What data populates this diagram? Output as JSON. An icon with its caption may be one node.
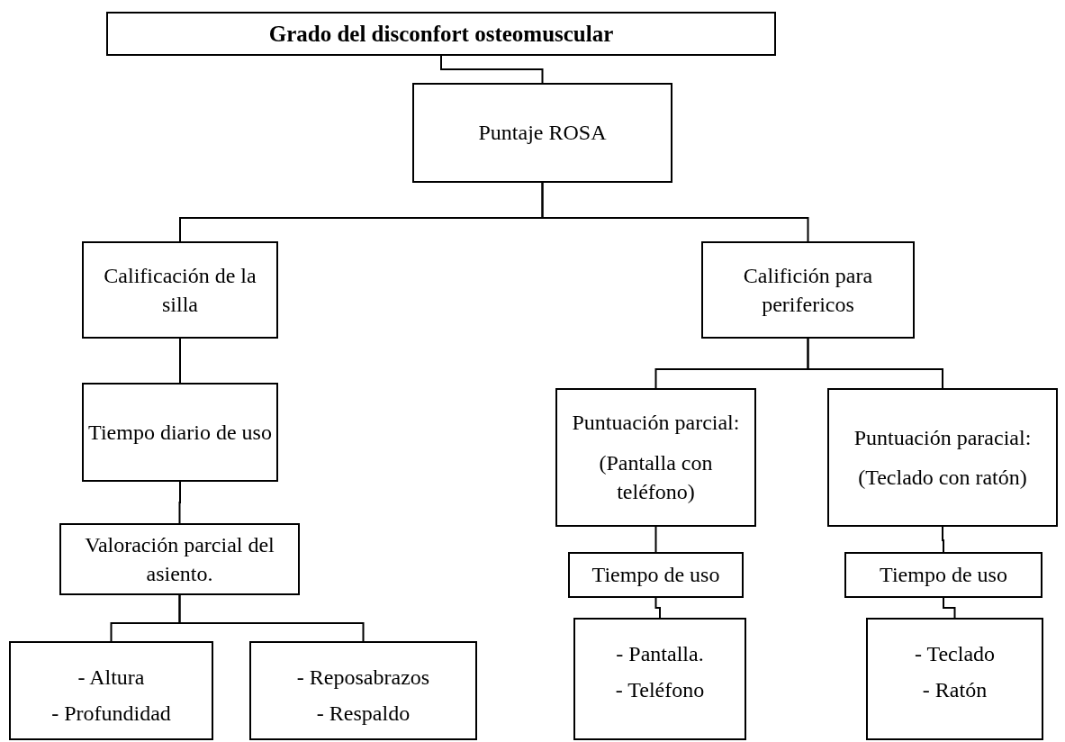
{
  "diagram": {
    "nodes": [
      {
        "text": [
          "Grado del disconfort osteomuscular"
        ]
      },
      {
        "text": [
          "Puntaje ROSA"
        ]
      },
      {
        "text": [
          "Calificación de la silla"
        ]
      },
      {
        "text": [
          "Califición para perifericos"
        ]
      },
      {
        "text": [
          "Tiempo diario de uso"
        ]
      },
      {
        "text": [
          "Valoración parcial del asiento."
        ]
      },
      {
        "text": [
          "- Altura",
          "- Profundidad"
        ]
      },
      {
        "text": [
          "- Reposabrazos",
          "- Respaldo"
        ]
      },
      {
        "text": [
          "Puntuación parcial:",
          "(Pantalla con teléfono)"
        ]
      },
      {
        "text": [
          "Puntuación paracial:",
          "(Teclado con ratón)"
        ]
      },
      {
        "text": [
          "Tiempo de uso"
        ]
      },
      {
        "text": [
          "Tiempo de uso"
        ]
      },
      {
        "text": [
          "- Pantalla.",
          "- Teléfono"
        ]
      },
      {
        "text": [
          "- Teclado",
          "- Ratón"
        ]
      }
    ],
    "edges": [
      {
        "from": 0,
        "to": 1,
        "arrow": "none"
      },
      {
        "from": 1,
        "to": 2,
        "arrow": "none"
      },
      {
        "from": 1,
        "to": 3,
        "arrow": "none"
      },
      {
        "from": 2,
        "to": 4,
        "arrow": "none"
      },
      {
        "from": 4,
        "to": 5,
        "arrow": "none"
      },
      {
        "from": 5,
        "to": 6,
        "arrow": "none"
      },
      {
        "from": 5,
        "to": 7,
        "arrow": "none"
      },
      {
        "from": 3,
        "to": 8,
        "arrow": "none"
      },
      {
        "from": 3,
        "to": 9,
        "arrow": "none"
      },
      {
        "from": 8,
        "to": 10,
        "arrow": "none"
      },
      {
        "from": 9,
        "to": 11,
        "arrow": "none"
      },
      {
        "from": 10,
        "to": 12,
        "arrow": "none"
      },
      {
        "from": 11,
        "to": 13,
        "arrow": "none"
      }
    ]
  }
}
